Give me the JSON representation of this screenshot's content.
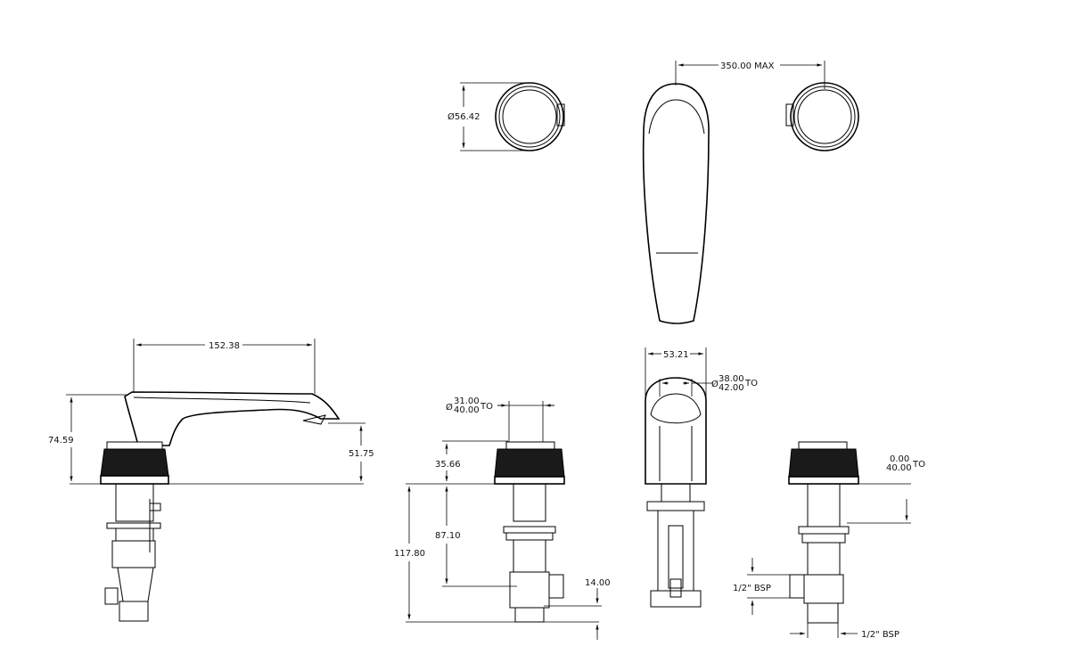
{
  "dimensions": {
    "spout_spacing": "350.00 MAX",
    "handle_diameter": "Ø56.42",
    "spout_reach": "152.38",
    "spout_height": "74.59",
    "outlet_height": "51.75",
    "handle_height": "35.66",
    "body_length": "87.10",
    "overall_length": "117.80",
    "inlet_offset": "14.00",
    "spout_base_width": "53.21",
    "hole_left_prefix": "Ø",
    "hole_left_top": "31.00",
    "hole_left_bottom": "40.00",
    "hole_left_suffix": "TO",
    "hole_right_prefix": "Ø",
    "hole_right_top": "38.00",
    "hole_right_bottom": "42.00",
    "hole_right_suffix": "TO",
    "deck_top": "0.00",
    "deck_bottom": "40.00",
    "deck_suffix": "TO",
    "thread_vertical": "1/2\" BSP",
    "thread_horizontal": "1/2\" BSP"
  }
}
